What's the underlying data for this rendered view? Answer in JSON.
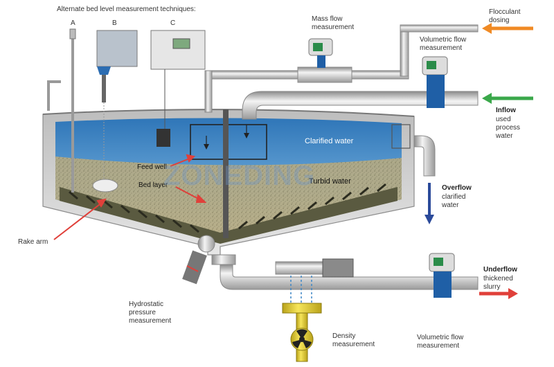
{
  "header": {
    "title": "Alternate bed level measurement techniques:"
  },
  "instruments": {
    "a": "A",
    "b": "B",
    "c": "C"
  },
  "labels": {
    "mass_flow_1": "Mass flow",
    "mass_flow_2": "measurement",
    "vol_flow_top_1": "Volumetric flow",
    "vol_flow_top_2": "measurement",
    "flocculant_1": "Flocculant",
    "flocculant_2": "dosing",
    "inflow_title": "Inflow",
    "inflow_1": "used",
    "inflow_2": "process",
    "inflow_3": "water",
    "clarified_water": "Clarified water",
    "turbid_water": "Turbid water",
    "feed_well": "Feed well",
    "bed_layer": "Bed layer",
    "overflow_title": "Overflow",
    "overflow_1": "clarified",
    "overflow_2": "water",
    "rake_arm": "Rake arm",
    "hydrostatic_1": "Hydrostatic",
    "hydrostatic_2": "pressure",
    "hydrostatic_3": "measurement",
    "underflow_title": "Underflow",
    "underflow_1": "thickened",
    "underflow_2": "slurry",
    "density_1": "Density",
    "density_2": "measurement",
    "vol_flow_bottom_1": "Volumetric flow",
    "vol_flow_bottom_2": "measurement"
  },
  "watermark": "ZONEDING",
  "colors": {
    "water": "#3d86c6",
    "sludge": "#a89a6e",
    "tank_shell": "#cfcfcf",
    "pipe": "#d9d9d9",
    "flocculant_arrow": "#f08a24",
    "inflow_arrow": "#3aa84a",
    "overflow_arrow": "#2b4a9a",
    "underflow_arrow": "#e0403a",
    "pointer": "#e0403a",
    "flowmeter": "#1f5fa6",
    "density_gauge": "#e8d43a"
  }
}
